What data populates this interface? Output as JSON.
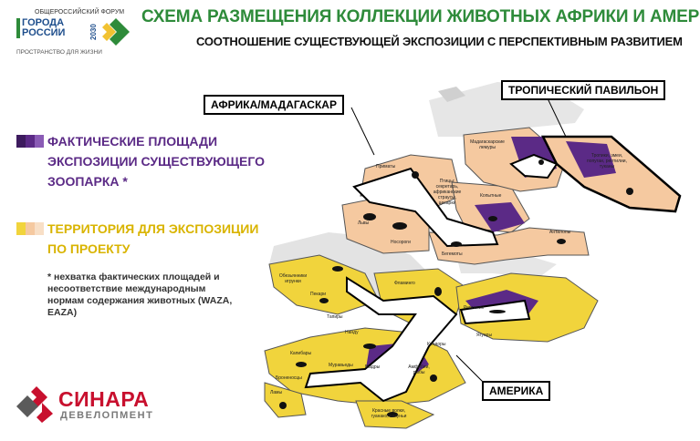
{
  "header": {
    "logo": {
      "forum": "ОБЩЕРОССИЙСКИЙ ФОРУМ",
      "line1": "ГОРОДА",
      "line2": "РОССИИ",
      "year": "2030",
      "tagline": "ПРОСТРАНСТВО ДЛЯ ЖИЗНИ"
    },
    "title": "СХЕМА РАЗМЕЩЕНИЯ КОЛЛЕКЦИИ ЖИВОТНЫХ АФРИКИ И АМЕРИКИ",
    "subtitle": "СООТНОШЕНИЕ СУЩЕСТВУЮЩЕЙ ЭКСПОЗИЦИИ С ПЕРСПЕКТИВНЫМ РАЗВИТИЕМ"
  },
  "legend": {
    "existing": {
      "line1": "ФАКТИЧЕСКИЕ ПЛОЩАДИ",
      "line2": "ЭКСПОЗИЦИИ СУЩЕСТВУЮЩЕГО",
      "line3": "ЗООПАРКА *"
    },
    "projected": {
      "line1": "ТЕРРИТОРИЯ ДЛЯ ЭКСПОЗИЦИИ",
      "line2": "ПО ПРОЕКТУ"
    },
    "note": "* нехватка фактических площадей и несоответствие международным нормам содержания животных (WAZA, EAZA)"
  },
  "colors": {
    "title_green": "#2e8b3a",
    "purple": "#5b2a86",
    "peach": "#f5c9a0",
    "yellow": "#f1d43c",
    "brand_red": "#c8102e"
  },
  "map": {
    "labels": {
      "africa": "АФРИКА/МАДАГАСКАР",
      "tropical": "ТРОПИЧЕСКИЙ ПАВИЛЬОН",
      "america": "АМЕРИКА"
    },
    "zones": {
      "primates": "Приматы",
      "ostriches": "Птицы: секретарь, африканские страусы, цесарки",
      "madagascar": "Мадагаскарские лемуры",
      "lions": "Львы",
      "rhinos": "Носороги",
      "hoofed": "Копытные",
      "antelopes": "Антилопы",
      "hippos": "Бегемоты",
      "tropical_inner": "Тропики, змеи, попугаи, рептилии, туканы",
      "flamingos": "Фламинго",
      "monkeys_am": "Обезьянники игрунки",
      "peccary": "Пекари",
      "tapirs": "Тапиры",
      "anteaters": "Муравьеды",
      "capybara": "Капибары",
      "nandu": "Нанду",
      "otters": "Выдры",
      "amphibians": "Амфибии, рыбы",
      "reptiles": "Рептилии",
      "jaguars": "Ягуары",
      "condors": "Кондоры",
      "battleships": "Броненосцы",
      "red_wolves": "Красные волки, гуанако, викуньи",
      "llamas": "Ламы"
    }
  },
  "brand": {
    "name": "СИНАРА",
    "sub": "ДЕВЕЛОПМЕНТ"
  }
}
